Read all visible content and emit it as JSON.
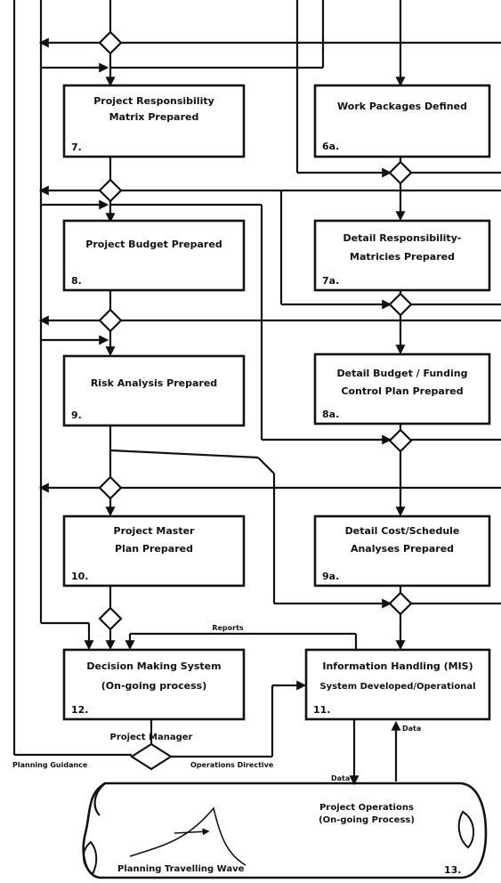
{
  "boxes": {
    "b7": {
      "title": [
        "Project Responsibility",
        "Matrix Prepared"
      ],
      "number": "7."
    },
    "b6a": {
      "title": [
        "Work Packages Defined"
      ],
      "number": "6a."
    },
    "b8": {
      "title": [
        "Project Budget Prepared"
      ],
      "number": "8."
    },
    "b7a": {
      "title": [
        "Detail Responsibility-",
        "Matricies Prepared"
      ],
      "number": "7a."
    },
    "b9": {
      "title": [
        "Risk Analysis Prepared"
      ],
      "number": "9."
    },
    "b8a": {
      "title": [
        "Detail Budget / Funding",
        "Control Plan Prepared"
      ],
      "number": "8a."
    },
    "b10": {
      "title": [
        "Project Master",
        "Plan Prepared"
      ],
      "number": "10."
    },
    "b9a": {
      "title": [
        "Detail Cost/Schedule",
        "Analyses Prepared"
      ],
      "number": "9a."
    },
    "b12": {
      "title": [
        "Decision Making System",
        "(On-going process)"
      ],
      "number": "12."
    },
    "b11": {
      "title": [
        "Information Handling (MIS)",
        "System Developed/Operational"
      ],
      "number": "11."
    }
  },
  "labels": {
    "reports": "Reports",
    "project_manager": "Project Manager",
    "planning_guidance": "Planning Guidance",
    "operations_directive": "Operations Directive",
    "data_down": "Data",
    "data_up": "Data"
  },
  "operations": {
    "title": [
      "Project Operations",
      "(On-going Process)"
    ],
    "wave_label": "Planning Travelling Wave",
    "number": "13."
  }
}
